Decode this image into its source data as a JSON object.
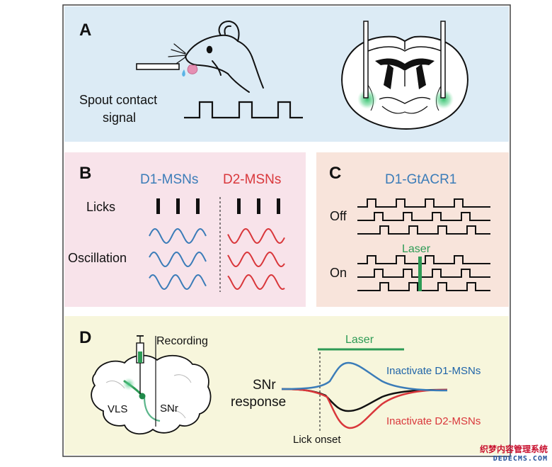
{
  "panels": {
    "a": {
      "letter": "A",
      "spout_label_line1": "Spout contact",
      "spout_label_line2": "signal"
    },
    "b": {
      "letter": "B",
      "d1_title": "D1-MSNs",
      "d2_title": "D2-MSNs",
      "licks_label": "Licks",
      "oscillation_label": "Oscillation"
    },
    "c": {
      "letter": "C",
      "title": "D1-GtACR1",
      "off_label": "Off",
      "on_label": "On",
      "laser_label": "Laser"
    },
    "d": {
      "letter": "D",
      "recording_label": "Recording",
      "vls_label": "VLS",
      "snr_region_label": "SNr",
      "response_line1": "SNr",
      "response_line2": "response",
      "laser_label": "Laser",
      "d1_trace_label": "Inactivate D1-MSNs",
      "d2_trace_label": "Inactivate D2-MSNs",
      "lick_onset_label": "Lick onset"
    }
  },
  "colors": {
    "panel_a_bg": "#dcebf5",
    "panel_b_bg": "#f8e3ea",
    "panel_c_bg": "#f8e4db",
    "panel_d_bg": "#f7f6dc",
    "d1_blue": "#3b7cb8",
    "d2_red": "#d9373b",
    "laser_green": "#2d9b55",
    "black": "#111111"
  },
  "watermark": {
    "line1": "织梦内容管理系统",
    "line2": "DEDECMS.COM"
  }
}
